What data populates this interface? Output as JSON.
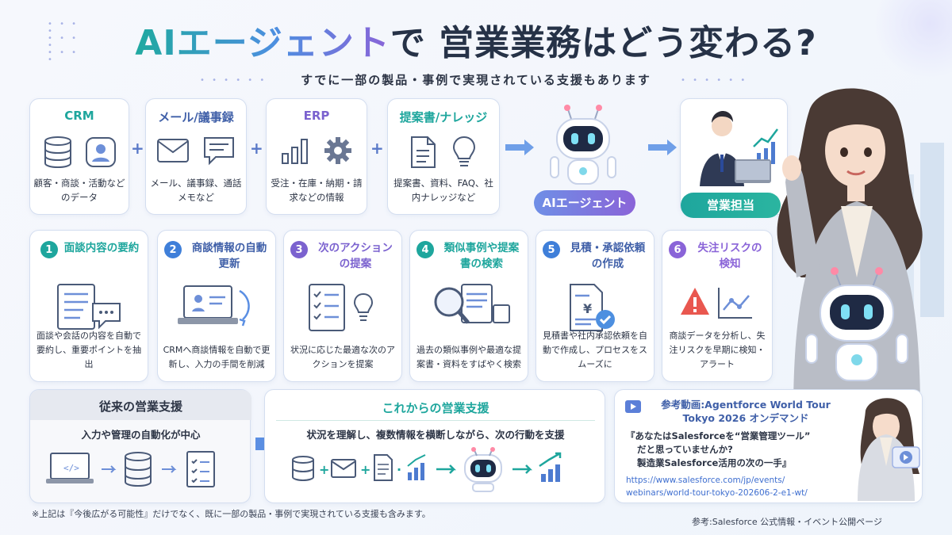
{
  "header": {
    "title_grad": "AIエージェント",
    "title_rest": "で 営業業務はどう変わる?",
    "subtitle": "すでに一部の製品・事例で実現されている支援もあります"
  },
  "sources": [
    {
      "title": "CRM",
      "desc": "顧客・商談・活動などのデータ",
      "icons": [
        "database-icon",
        "user-icon"
      ]
    },
    {
      "title": "メール/議事録",
      "desc": "メール、議事録、通話メモなど",
      "icons": [
        "mail-icon",
        "chat-bubble-icon"
      ]
    },
    {
      "title": "ERP",
      "desc": "受注・在庫・納期・請求などの情報",
      "icons": [
        "bar-chart-icon",
        "gear-icon"
      ]
    },
    {
      "title": "提案書/ナレッジ",
      "desc": "提案書、資料、FAQ、社内ナレッジなど",
      "icons": [
        "document-icon",
        "lightbulb-icon"
      ]
    }
  ],
  "labels": {
    "agent": "AIエージェント",
    "sales": "営業担当"
  },
  "steps": [
    {
      "num": "1",
      "title": "面談内容の要約",
      "desc": "面談や会話の内容を自動で要約し、重要ポイントを抽出",
      "color": "#1ea69d"
    },
    {
      "num": "2",
      "title": "商談情報の自動更新",
      "desc": "CRMへ商談情報を自動で更新し、入力の手間を削減",
      "color": "#3f7fd9"
    },
    {
      "num": "3",
      "title": "次のアクションの提案",
      "desc": "状況に応じた最適な次のアクションを提案",
      "color": "#7b62cf"
    },
    {
      "num": "4",
      "title": "類似事例や提案書の検索",
      "desc": "過去の類似事例や最適な提案書・資料をすばやく検索",
      "color": "#1ea69d"
    },
    {
      "num": "5",
      "title": "見積・承認依頼の作成",
      "desc": "見積書や社内承認依頼を自動で作成し、プロセスをスムーズに",
      "color": "#3f7fd9"
    },
    {
      "num": "6",
      "title": "失注リスクの検知",
      "desc": "商談データを分析し、失注リスクを早期に検知・アラート",
      "color": "#8a64d8"
    }
  ],
  "traditional": {
    "title": "従来の営業支援",
    "desc": "入力や管理の自動化が中心"
  },
  "future": {
    "title": "これからの営業支援",
    "desc": "状況を理解し、複数情報を横断しながら、次の行動を支援"
  },
  "reference": {
    "title_line1": "参考動画:Agentforce World Tour",
    "title_line2": "Tokyo 2026 オンデマンド",
    "quote_line1": "『あなたはSalesforceを“営業管理ツール”",
    "quote_line2": "だと思っていませんか?",
    "quote_line3": "製造業Salesforce活用の次の一手』",
    "url_line1": "https://www.salesforce.com/jp/events/",
    "url_line2": "webinars/world-tour-tokyo-202606-2-e1-wt/"
  },
  "footer": {
    "note": "※上記は『今後広がる可能性』だけでなく、既に一部の製品・事例で実現されている支援も含みます。",
    "source": "参考:Salesforce 公式情報・イベント公開ページ"
  },
  "colors": {
    "teal": "#1ea69d",
    "blue": "#3f7fd9",
    "purple": "#8a64d8",
    "navy": "#263247"
  }
}
